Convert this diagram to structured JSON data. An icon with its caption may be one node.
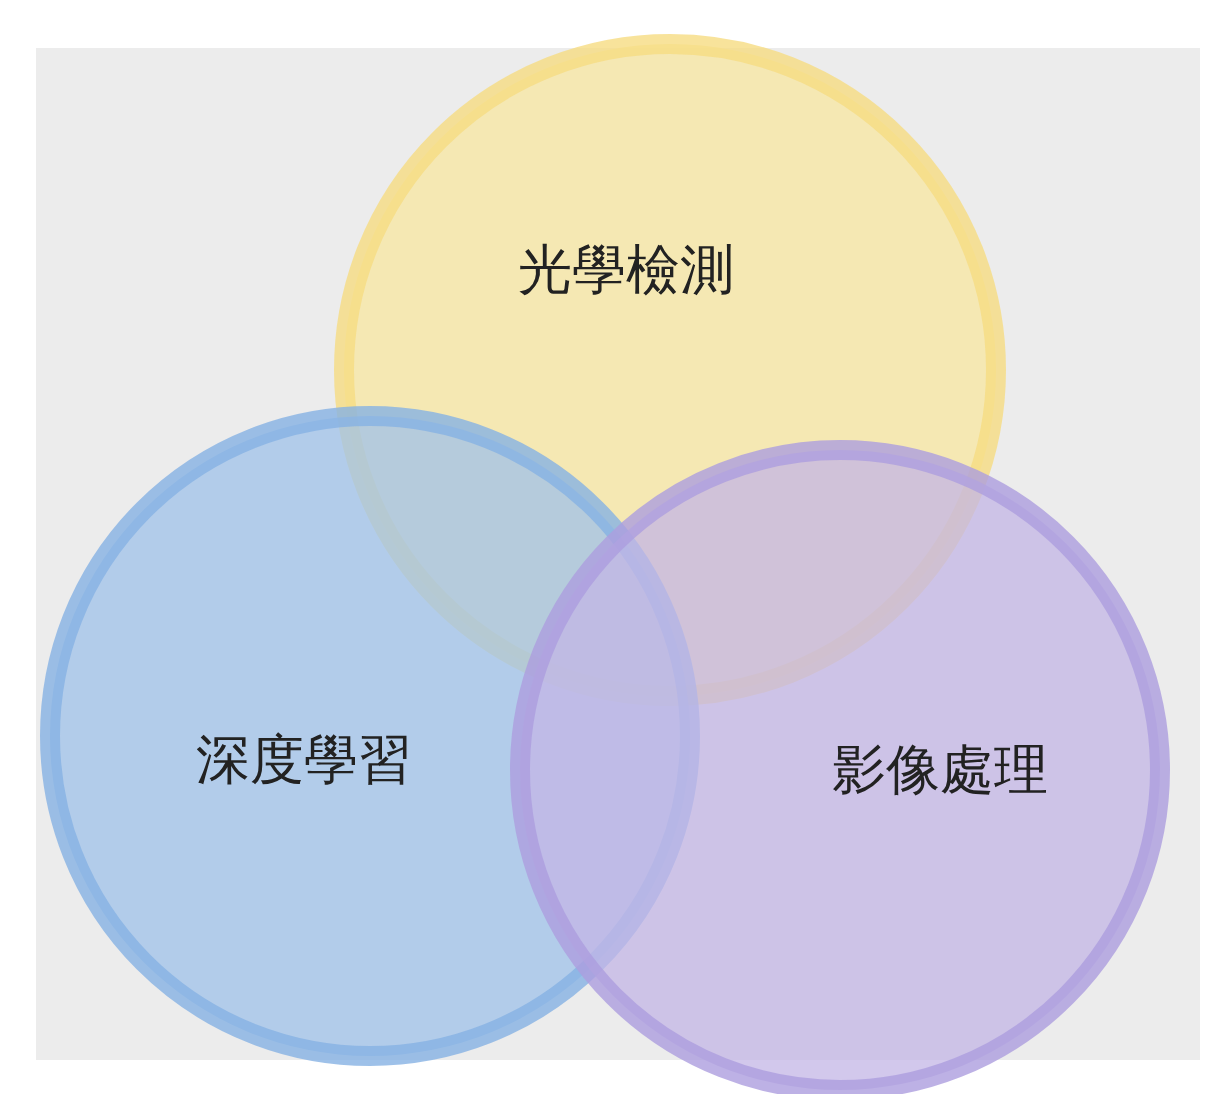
{
  "diagram": {
    "nodes": [
      {
        "text": [
          "光學檢測"
        ]
      },
      {
        "text": [
          "深度學習"
        ]
      },
      {
        "text": [
          "影像處理"
        ]
      }
    ]
  }
}
